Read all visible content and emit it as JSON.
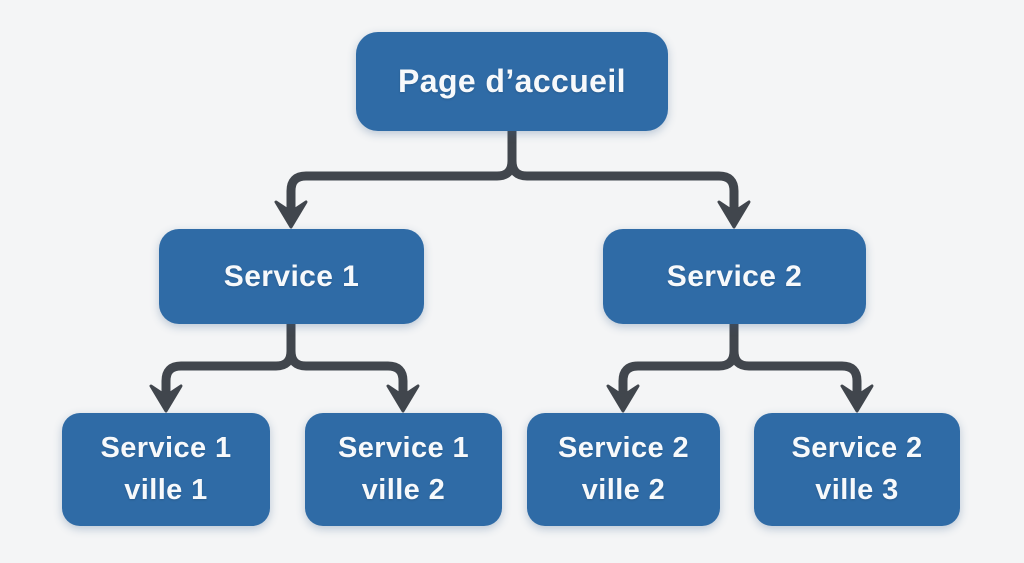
{
  "diagram": {
    "type": "tree",
    "description": "Site structure diagram: home page with two services, each split by city",
    "nodes": {
      "root": {
        "label": "Page d’accueil"
      },
      "service1": {
        "label": "Service 1"
      },
      "service2": {
        "label": "Service 2"
      },
      "s1v1": {
        "line1": "Service 1",
        "line2": "ville 1"
      },
      "s1v2": {
        "line1": "Service 1",
        "line2": "ville 2"
      },
      "s2v2": {
        "line1": "Service 2",
        "line2": "ville 2"
      },
      "s2v3": {
        "line1": "Service 2",
        "line2": "ville 3"
      }
    },
    "edges": [
      {
        "from": "Page d’accueil",
        "to": "Service 1"
      },
      {
        "from": "Page d’accueil",
        "to": "Service 2"
      },
      {
        "from": "Service 1",
        "to": "Service 1 ville 1"
      },
      {
        "from": "Service 1",
        "to": "Service 1 ville 2"
      },
      {
        "from": "Service 2",
        "to": "Service 2 ville 2"
      },
      {
        "from": "Service 2",
        "to": "Service 2 ville 3"
      }
    ]
  },
  "colors": {
    "background": "#f4f5f6",
    "node_fill": "#2f6ba6",
    "node_text": "#f7f9fb",
    "connector": "#41464d"
  }
}
